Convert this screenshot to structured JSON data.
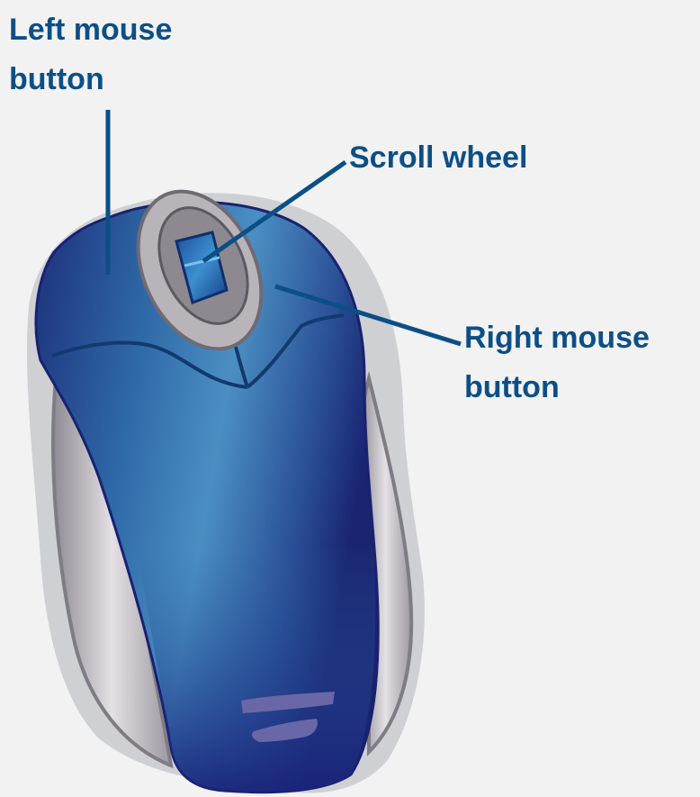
{
  "labels": {
    "left_line1": "Left mouse",
    "left_line2": "button",
    "scroll": "Scroll wheel",
    "right_line1": "Right mouse",
    "right_line2": "button"
  },
  "colors": {
    "background": "#f2f2f2",
    "label_text": "#0b4f86",
    "leader_line": "#0b4f86",
    "mouse_body": "#2d5f9e",
    "mouse_shadow": "#cfd0d3",
    "side_grip": "#d9d4d8"
  }
}
